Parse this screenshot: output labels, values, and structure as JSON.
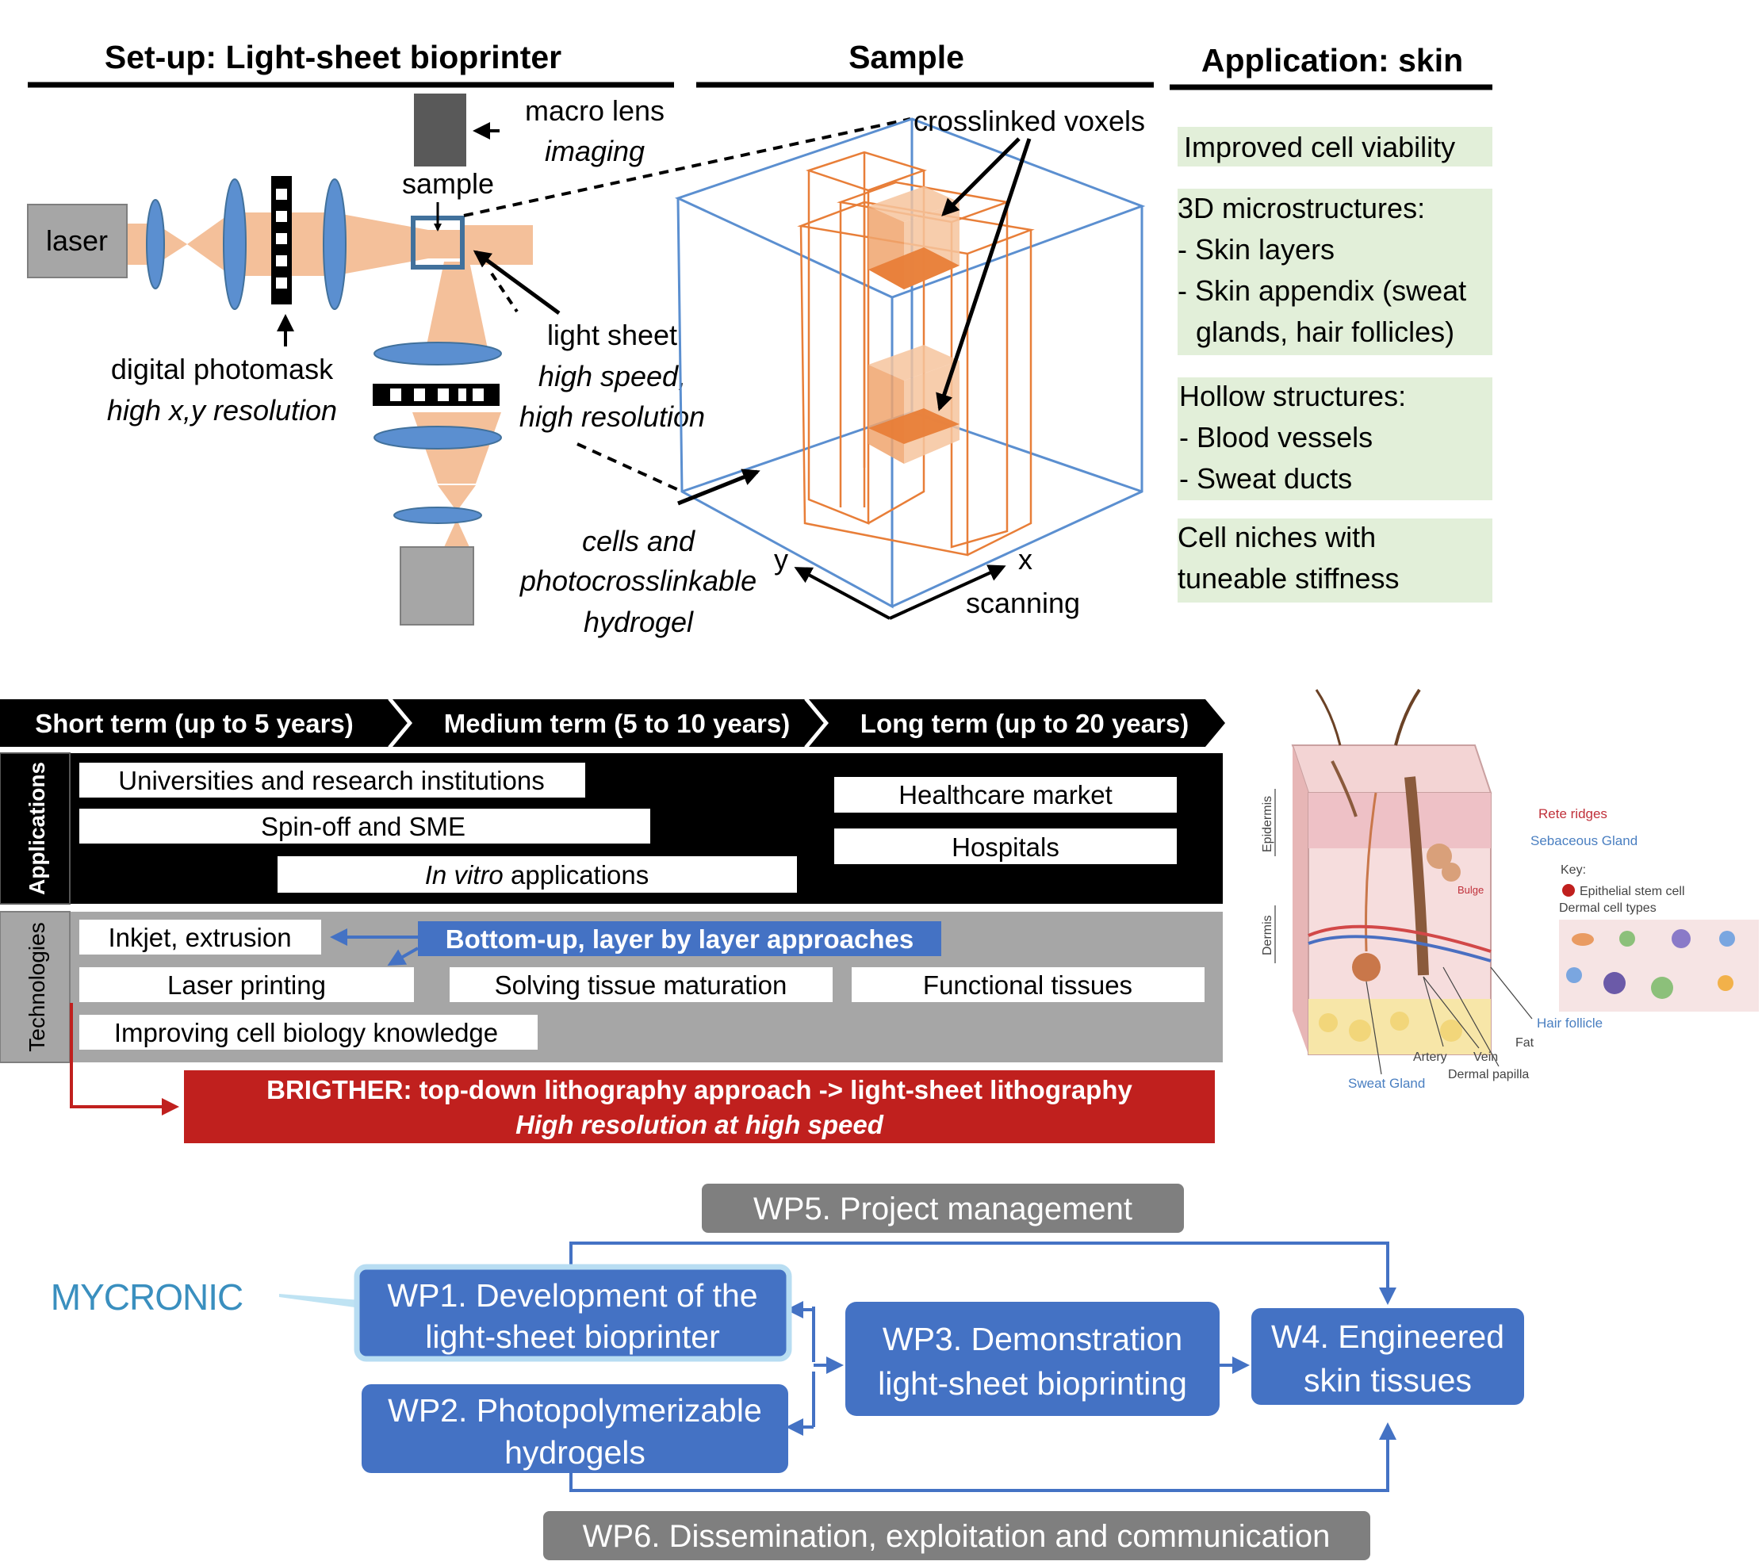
{
  "setup": {
    "title": "Set-up: Light-sheet bioprinter",
    "laser": "laser",
    "macro_lens": "macro lens",
    "imaging": "imaging",
    "sample": "sample",
    "photomask": "digital photomask",
    "photomask_res": "high x,y resolution",
    "light_sheet": "light sheet",
    "light_sheet_speed": "high speed,",
    "light_sheet_res": "high resolution"
  },
  "sample": {
    "title": "Sample",
    "voxels": "crosslinked voxels",
    "cells_1": "cells and",
    "cells_2": "photocrosslinkable",
    "cells_3": "hydrogel",
    "axis_x": "x",
    "axis_y": "y",
    "scanning": "scanning"
  },
  "application": {
    "title": "Application: skin",
    "items": [
      "Improved cell viability",
      "3D microstructures:",
      "- Skin layers",
      "- Skin appendix (sweat",
      "glands, hair follicles)",
      "Hollow structures:",
      "- Blood vessels",
      "- Sweat ducts",
      "Cell niches with",
      "tuneable stiffness"
    ]
  },
  "roadmap": {
    "terms": [
      "Short term (up to 5 years)",
      "Medium term (5 to 10 years)",
      "Long term (up to 20 years)"
    ],
    "row_applications": "Applications",
    "row_technologies": "Technologies",
    "apps": [
      "Universities and research institutions",
      "Spin-off and SME",
      "In vitro",
      " applications",
      "Healthcare market",
      "Hospitals"
    ],
    "bottom_up": "Bottom-up, layer by layer approaches",
    "techs": [
      "Inkjet, extrusion",
      "Laser printing",
      "Solving tissue maturation",
      "Functional tissues",
      "Improving cell biology knowledge"
    ],
    "brighter_1": "BRIGTHER: top-down lithography approach -> light-sheet lithography",
    "brighter_2": "High resolution at high speed"
  },
  "skin_figure": {
    "epidermis": "Epidermis",
    "dermis": "Dermis",
    "rete_ridges": "Rete ridges",
    "sebaceous": "Sebaceous Gland",
    "key": "Key:",
    "stem_cell": "Epithelial stem cell",
    "dermal_types": "Dermal cell types",
    "bulge": "Bulge",
    "hair_follicle": "Hair follicle",
    "fat": "Fat",
    "artery": "Artery",
    "vein": "Vein",
    "dermal_papilla": "Dermal papilla",
    "sweat_gland": "Sweat Gland"
  },
  "workplan": {
    "partner_logo": "MYCRONIC",
    "wp5": "WP5. Project management",
    "wp1_1": "WP1. Development of the",
    "wp1_2": "light-sheet bioprinter",
    "wp2_1": "WP2. Photopolymerizable",
    "wp2_2": "hydrogels",
    "wp3_1": "WP3. Demonstration",
    "wp3_2": "light-sheet bioprinting",
    "wp4_1": "W4. Engineered",
    "wp4_2": "skin tissues",
    "wp6": "WP6. Dissemination, exploitation and communication"
  },
  "colors": {
    "lens_blue": "#5b8fd0",
    "beam_orange": "#f4c09a",
    "voxel_orange": "#e87e38",
    "green_box": "#e2efd9",
    "wp_blue": "#4472c4",
    "brighter_red": "#c0201e",
    "tech_grey": "#a6a6a6",
    "label_grey": "#7f7f7f"
  }
}
